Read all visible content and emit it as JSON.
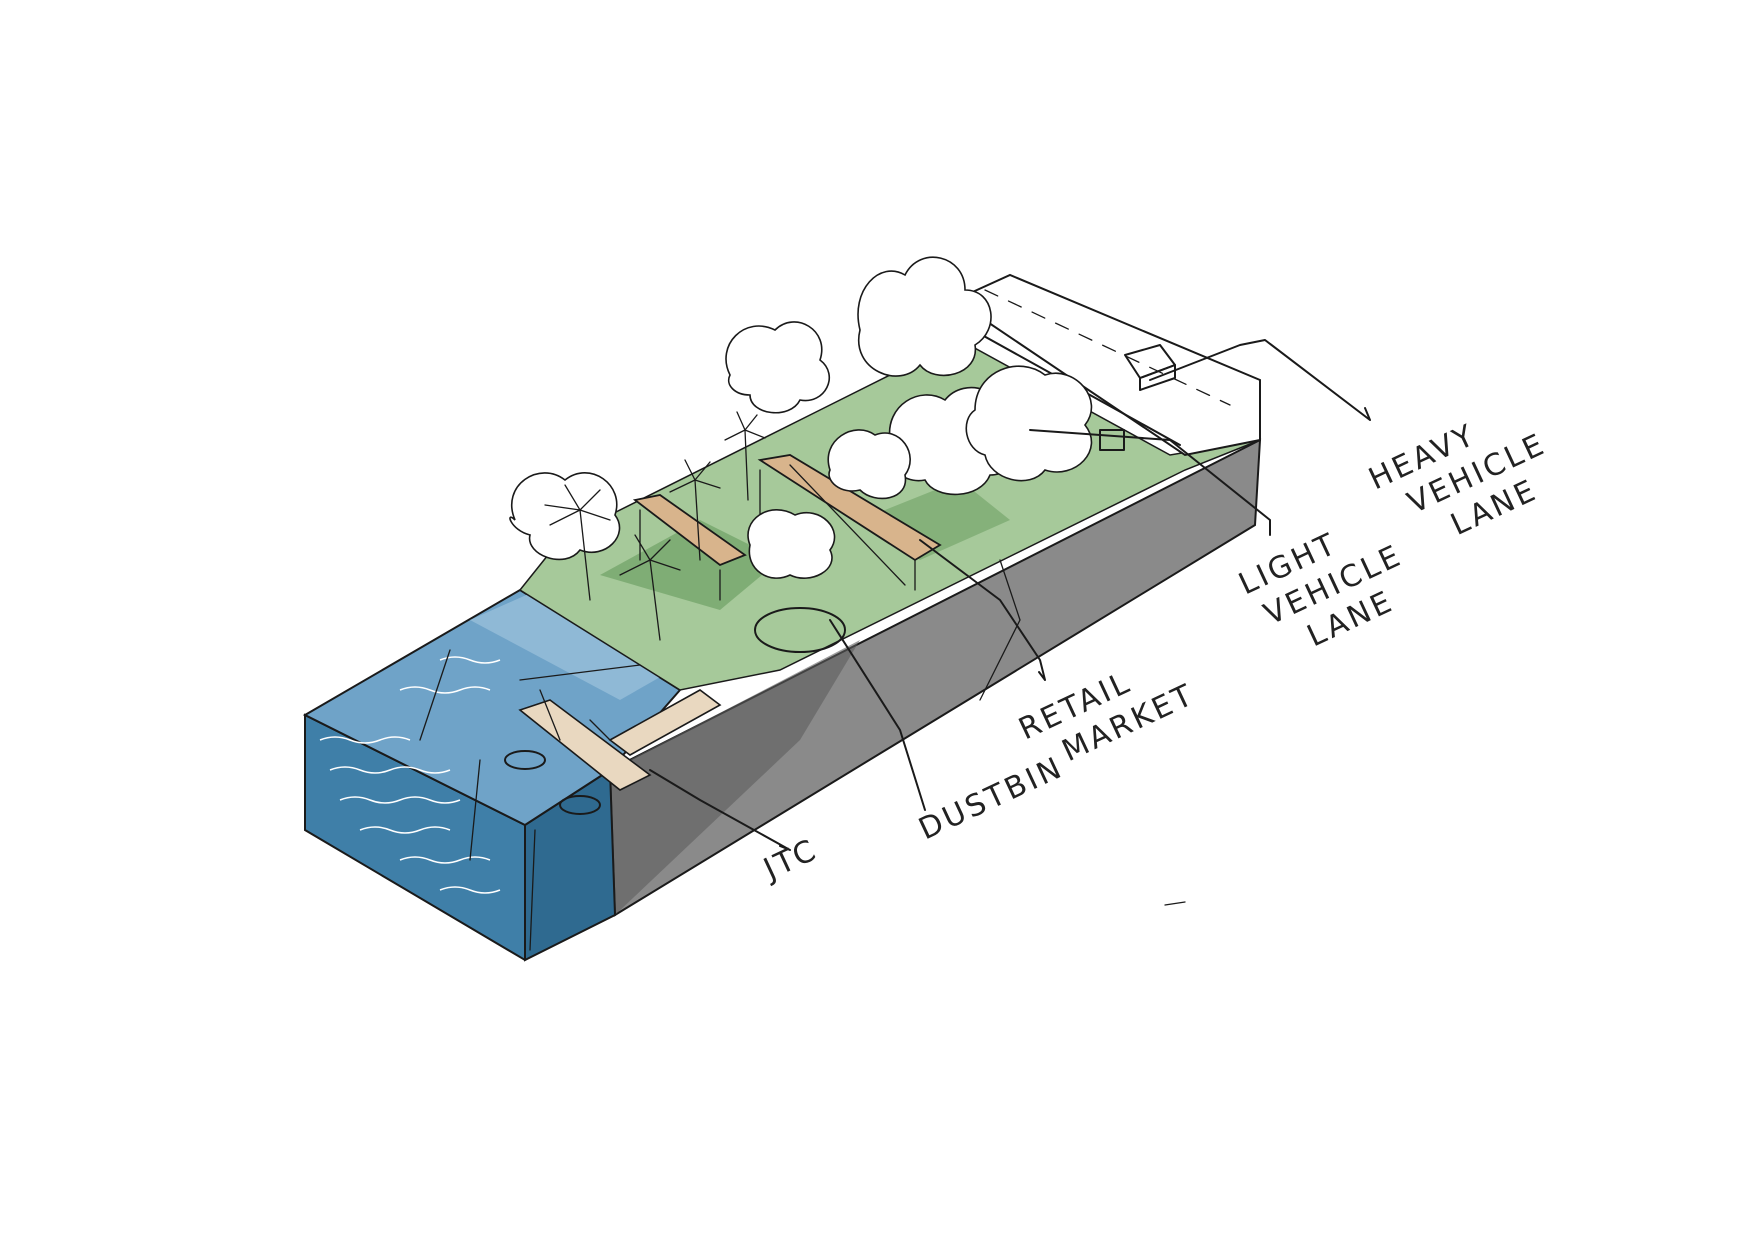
{
  "labels": {
    "heavy_vehicle_lane": [
      "HEAVY",
      "VEHICLE",
      "LANE"
    ],
    "light_vehicle_lane": [
      "LIGHT",
      "VEHICLE",
      "LANE"
    ],
    "retail_market": [
      "RETAIL",
      "MARKET"
    ],
    "dustbin": "DUSTBIN",
    "jetty": "JTC"
  },
  "colors": {
    "water": "#3f7fa8",
    "water_light": "#8fb9d6",
    "grass": "#a6c99a",
    "grass_dark": "#6fa165",
    "ground_section": "#8a8a8a",
    "ground_dark": "#5e5e5e",
    "roof": "#d8b48c",
    "road": "#ffffff",
    "deck": "#e9d8c0"
  }
}
